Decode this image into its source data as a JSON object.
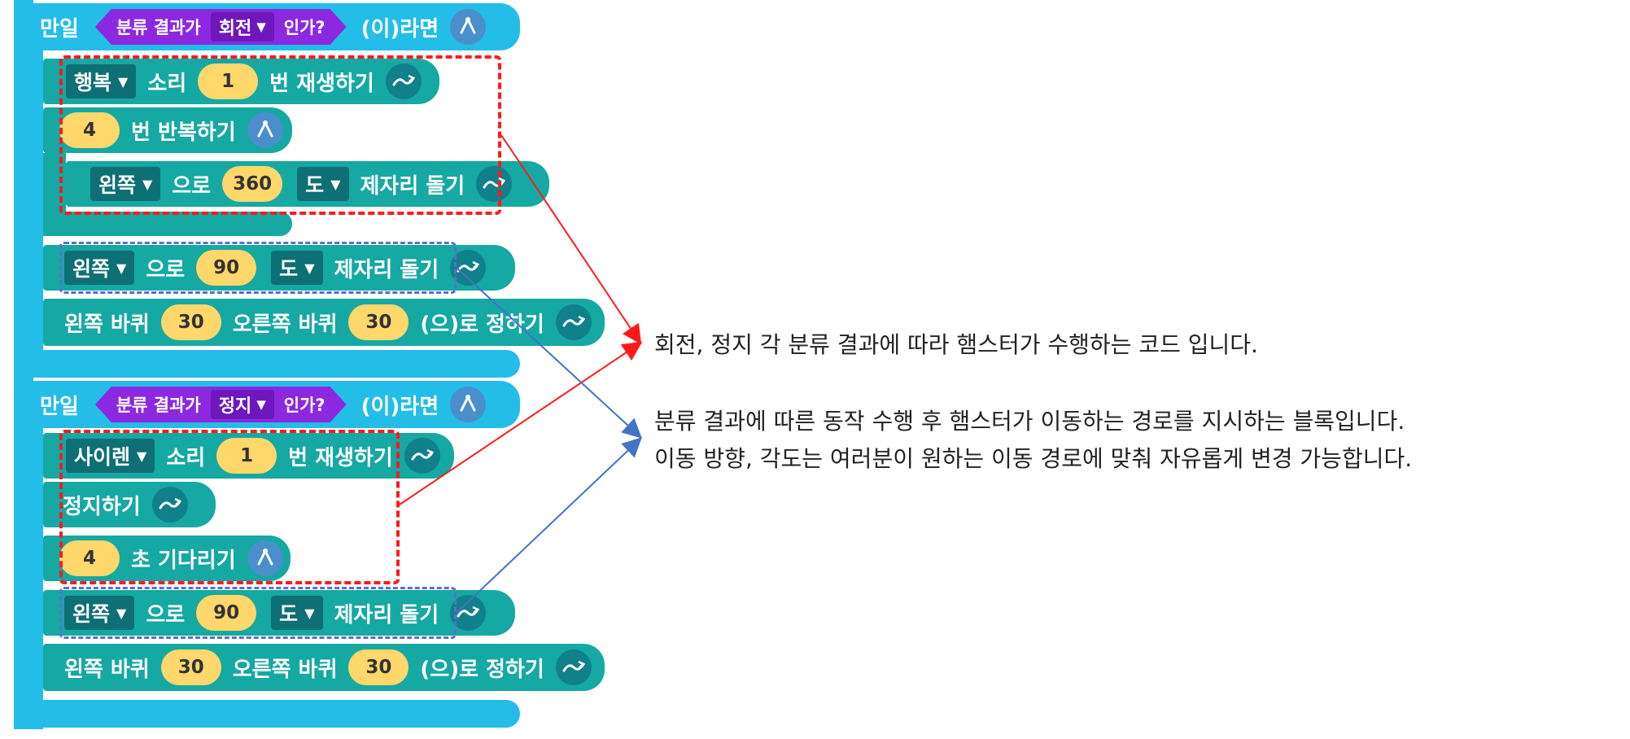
{
  "blocks": {
    "if1": {
      "prefix": "만일",
      "cond_left": "분류 결과가",
      "cond_value": "회전",
      "cond_right": "인가?",
      "suffix": "(이)라면"
    },
    "sound1": {
      "dropdown": "행복",
      "label1": "소리",
      "count": "1",
      "label2": "번 재생하기"
    },
    "repeat1": {
      "count": "4",
      "label": "번 반복하기"
    },
    "turn_inner": {
      "dir": "왼쪽",
      "label1": "으로",
      "deg": "360",
      "unit": "도",
      "label2": "제자리 돌기"
    },
    "turn1": {
      "dir": "왼쪽",
      "label1": "으로",
      "deg": "90",
      "unit": "도",
      "label2": "제자리 돌기"
    },
    "wheels1": {
      "label1": "왼쪽 바퀴",
      "left": "30",
      "label2": "오른쪽 바퀴",
      "right": "30",
      "label3": "(으)로 정하기"
    },
    "if2": {
      "prefix": "만일",
      "cond_left": "분류 결과가",
      "cond_value": "정지",
      "cond_right": "인가?",
      "suffix": "(이)라면"
    },
    "sound2": {
      "dropdown": "사이렌",
      "label1": "소리",
      "count": "1",
      "label2": "번 재생하기"
    },
    "stop": {
      "label": "정지하기"
    },
    "wait": {
      "count": "4",
      "label": "초 기다리기"
    },
    "turn2": {
      "dir": "왼쪽",
      "label1": "으로",
      "deg": "90",
      "unit": "도",
      "label2": "제자리 돌기"
    },
    "wheels2": {
      "label1": "왼쪽 바퀴",
      "left": "30",
      "label2": "오른쪽 바퀴",
      "right": "30",
      "label3": "(으)로 정하기"
    }
  },
  "annotations": {
    "line1": "회전, 정지 각 분류 결과에 따라 햄스터가 수행하는 코드 입니다.",
    "line2": "분류 결과에 따른 동작 수행 후 햄스터가 이동하는 경로를 지시하는 블록입니다.",
    "line3": "이동 방향, 각도는 여러분이 원하는 이동 경로에 맞춰 자유롭게 변경 가능합니다."
  },
  "colors": {
    "block_blue": "#23bde8",
    "block_teal": "#16a8a3",
    "dropdown_dark": "#0e6f75",
    "number_yellow": "#ffd76b",
    "condition_purple": "#8c29e0",
    "frame_red": "#ff1a1a",
    "frame_blue": "#5b6fcf",
    "arrow_red": "#ff1a1a",
    "arrow_blue": "#4472c4"
  },
  "icons": {
    "branch": "branch-icon",
    "hardware": "hardware-link-icon"
  }
}
